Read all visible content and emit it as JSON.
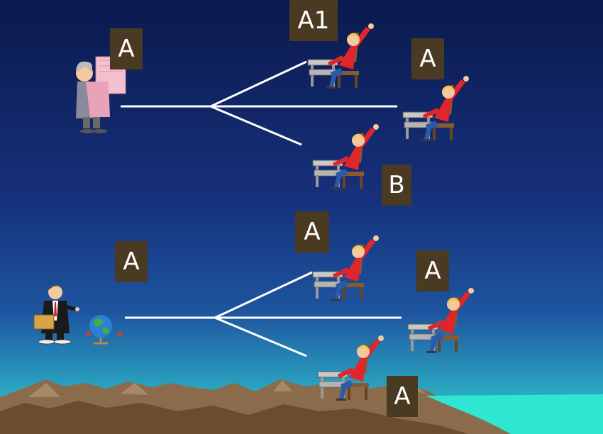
{
  "labels": {
    "top_teacher": "A",
    "top_student_upper": "A1",
    "top_student_right": "A",
    "top_student_lower": "B",
    "bottom_teacher": "A",
    "bottom_student_upper": "A",
    "bottom_student_right": "A",
    "bottom_student_lower": "A"
  },
  "colors": {
    "sky_top": "#0b1a4e",
    "sky_mid": "#1b3a8a",
    "sky_bottom": "#2fb8c4",
    "label_bg": "#4a3a22",
    "label_text": "#ffffff",
    "mountain": "#8a6b4c",
    "mountain_dark": "#5a3f28",
    "sea": "#2ee6d2",
    "line": "#ffffff",
    "student_shirt": "#e0262a",
    "student_pants": "#2a5aa8",
    "student_hair": "#f2c84a"
  },
  "icons": {
    "top_teacher": "teacher-carrying-papers-icon",
    "bottom_teacher": "teacher-with-globe-icon",
    "student": "student-raising-hand-icon"
  }
}
